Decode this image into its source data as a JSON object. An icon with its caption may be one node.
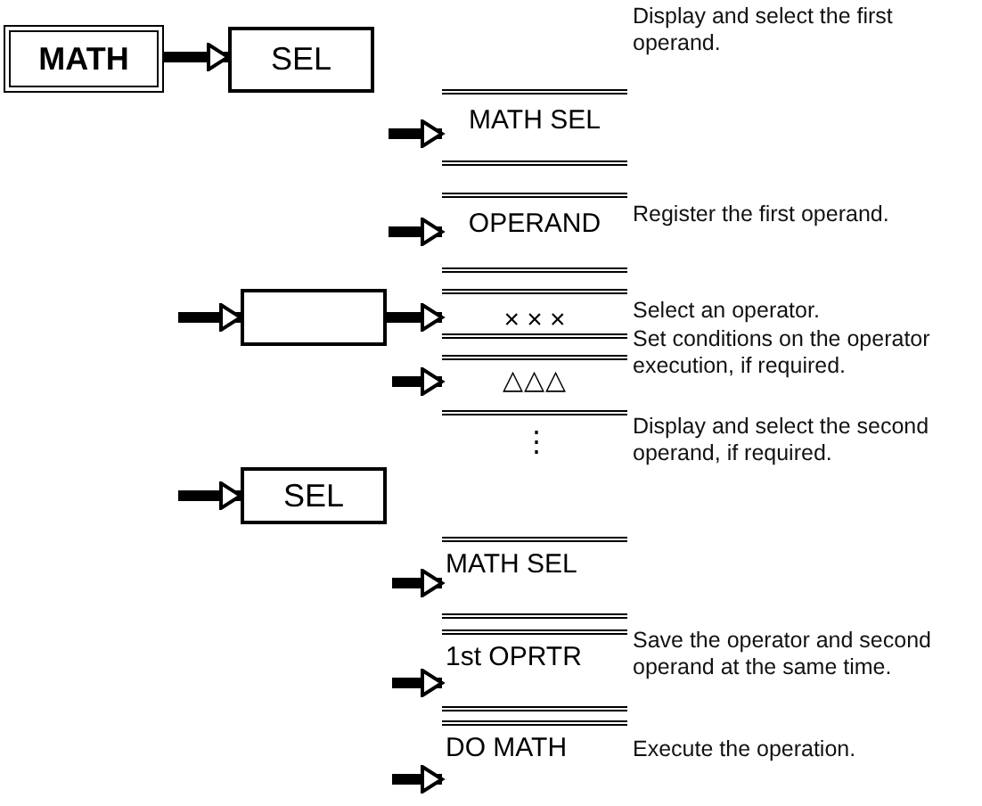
{
  "diagram": {
    "nodes": [
      {
        "text": [
          "MATH"
        ]
      },
      {
        "text": [
          "SEL"
        ]
      },
      {
        "text": [
          "MATH SEL"
        ],
        "beside": [
          "Display and select the first operand."
        ]
      },
      {
        "text": [
          "OPERAND"
        ],
        "beside": [
          "Register the first operand."
        ]
      },
      {
        "text": [],
        "shape": "box"
      },
      {
        "text": [
          "× × ×"
        ],
        "beside": [
          "Select an operator."
        ]
      },
      {
        "text": [
          "△△△"
        ],
        "beside": [
          "Set conditions on the operator execution, if required."
        ]
      },
      {
        "text": [
          "SEL"
        ]
      },
      {
        "text": [
          "MATH SEL"
        ]
      },
      {
        "text": [
          "1st OPRTR"
        ],
        "beside": [
          "Save the operator and second operand at the same time."
        ]
      },
      {
        "text": [
          "DO MATH"
        ],
        "beside": [
          "Execute the operation."
        ]
      }
    ],
    "edges": [
      {
        "from": 0,
        "to": 1,
        "arrow": "to"
      },
      {
        "from": null,
        "to": 2,
        "arrow": "to"
      },
      {
        "from": null,
        "to": 3,
        "arrow": "to"
      },
      {
        "from": null,
        "to": 4,
        "arrow": "to"
      },
      {
        "from": 4,
        "to": 5,
        "arrow": "to"
      },
      {
        "from": null,
        "to": 6,
        "arrow": "to"
      },
      {
        "from": null,
        "to": 7,
        "arrow": "to"
      },
      {
        "from": null,
        "to": 8,
        "arrow": "to"
      },
      {
        "from": null,
        "to": 9,
        "arrow": "to"
      },
      {
        "from": null,
        "to": 10,
        "arrow": "to"
      }
    ],
    "labels": [
      "Display and select the second operand, if required.",
      "⋮"
    ]
  }
}
